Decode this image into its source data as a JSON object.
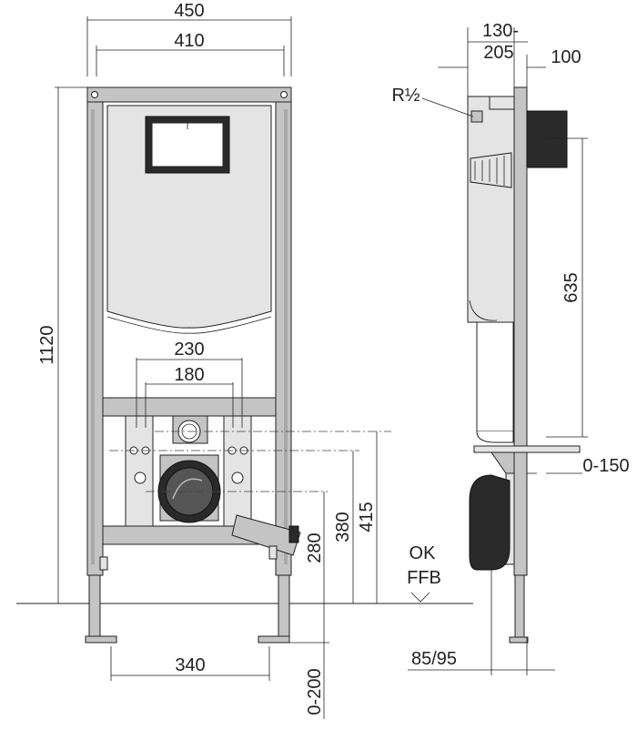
{
  "dimensions": {
    "frame_width_outer": "450",
    "frame_width_inner": "410",
    "height_total": "1120",
    "spacing_230": "230",
    "spacing_180": "180",
    "foot_spacing": "340",
    "height_280": "280",
    "height_380": "380",
    "height_415": "415",
    "foot_adjust": "0-200",
    "inlet_offset_line1": "130-",
    "inlet_offset_line2": "205",
    "depth_100": "100",
    "height_635": "635",
    "wall_offset": "0-150",
    "pipe_offset": "85/95"
  },
  "labels": {
    "thread": "R½",
    "floor_line1": "OK",
    "floor_line2": "FFB"
  },
  "colors": {
    "line": "#222222",
    "frame_fill": "#c4c4c4",
    "dark_fill": "#2a2a2a"
  }
}
